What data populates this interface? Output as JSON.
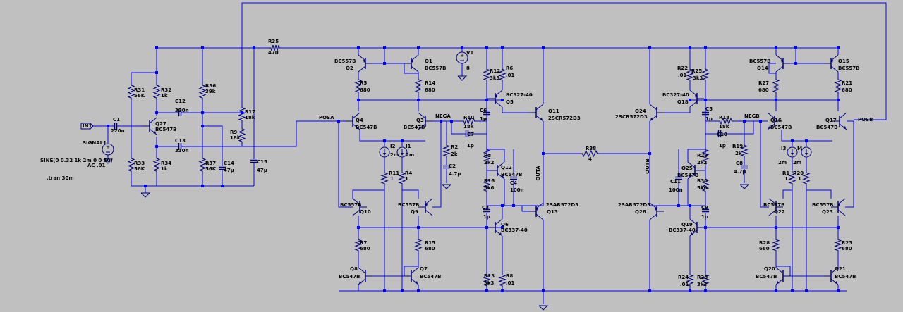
{
  "colors": {
    "background": "#c0c0c0",
    "wire": "#0000ff",
    "component": "#000080",
    "junction": "#0000ff",
    "text": "#000000"
  },
  "labels": {
    "r35": "R35",
    "r35v": "470",
    "in1": "IN1",
    "c1": "C1",
    "c1v": "220n",
    "signal1": "SIGNAL1",
    "sine": "SINE(0 0.32 1k 2m 0 0 50)",
    "ac": "AC .01",
    "tran": ".tran 30m",
    "r31": "R31",
    "r31v": "56K",
    "r32": "R32",
    "r32v": "1k",
    "r36": "R36",
    "r36v": "39k",
    "c12": "C12",
    "c12v": "330n",
    "r17": "R17",
    "r17v": "18k",
    "r9": "R9",
    "r9v": "18k",
    "q27": "Q27",
    "q27v": "BC547B",
    "c13": "C13",
    "c13v": "330n",
    "r33": "R33",
    "r33v": "56K",
    "r34": "R34",
    "r34v": "1k",
    "r37": "R37",
    "r37v": "56K",
    "c14": "C14",
    "c14v": "47µ",
    "c15": "C15",
    "c15v": "47µ",
    "posa": "POSA",
    "q2m": "BC557B",
    "q2": "Q2",
    "r5": "R5",
    "r5v": "680",
    "q4": "Q4",
    "q4v": "BC547B",
    "i2": "I2",
    "i2v": "2m",
    "i1": "I1",
    "i1v": "2m",
    "r11": "R11",
    "r11v": "1",
    "r4": "R4",
    "r4v": "1",
    "q1": "Q1",
    "q1v": "BC557B",
    "r14": "R14",
    "r14v": "680",
    "q3": "Q3",
    "q3v": "BC547B",
    "nega": "NEGA",
    "v1": "V1",
    "v1v": "8",
    "r12": "R12",
    "r12v": "3k3",
    "r6": "R6",
    "r6v": ".01",
    "q5m": "BC327-40",
    "q5": "Q5",
    "c6": "C6",
    "c6v": "1p",
    "r10": "R10",
    "r10v": "18k",
    "c7": "C7",
    "c7v": "1p",
    "r2": "R2",
    "r2v": "2k",
    "c2": "C2",
    "c2v": "4.7µ",
    "q11": "Q11",
    "q11v": "2SCR572D3",
    "r3": "R3",
    "r3v": "2k2",
    "q12": "Q12",
    "q12v": "BC547B",
    "c4": "C4",
    "c4v": "100n",
    "r16": "R16",
    "r16v": "5k6",
    "outa": "OUTA",
    "r38": "R38",
    "r38v": "4",
    "q10m": "BC557B",
    "q10": "Q10",
    "q9m": "BC557B",
    "q9": "Q9",
    "c3": "C3",
    "c3v": "1p",
    "q6": "Q6",
    "q6v": "BC337-40",
    "q13m": "2SAR572D3",
    "q13": "Q13",
    "r7": "R7",
    "r7v": "680",
    "r15": "R15",
    "r15v": "680",
    "q8": "Q8",
    "q8v": "BC547B",
    "q7": "Q7",
    "q7v": "BC547B",
    "r13": "R13",
    "r13v": "3k3",
    "r8": "R8",
    "r8v": ".01",
    "r22": "R22",
    "r22v": ".01",
    "r25": "R25",
    "r25v": "3k3",
    "q18m": "BC327-40",
    "q18": "Q18",
    "q24": "Q24",
    "q24v": "2SCR572D3",
    "c5": "C5",
    "c5v": "1p",
    "r18": "R18",
    "r18v": "18k",
    "negb": "NEGB",
    "c10": "C10",
    "c10v": "1p",
    "r19": "R19",
    "r19v": "2k",
    "c8": "C8",
    "c8v": "4.7µ",
    "q14m": "BC557B",
    "q14": "Q14",
    "r27": "R27",
    "r27v": "680",
    "q16": "Q16",
    "q16v": "BC547B",
    "q15": "Q15",
    "q15v": "BC557B",
    "r21": "R21",
    "r21v": "680",
    "q17": "Q17",
    "q17v": "BC547B",
    "posb": "POSB",
    "outb": "OUTB",
    "r29": "R29",
    "r29v": "2k2",
    "q25": "Q25",
    "q25v": "BC547B",
    "c11": "C11",
    "c11v": "100n",
    "r30": "R30",
    "r30v": "5k6",
    "i3": "I3",
    "i3v": "2m",
    "i4": "I4",
    "i4v": "2m",
    "r1": "R1",
    "r1v": "1",
    "r20": "R20",
    "r20v": "1",
    "q26m": "2SAR572D3",
    "q26": "Q26",
    "c9": "C9",
    "c9v": "1p",
    "q19": "Q19",
    "q19v": "BC337-40",
    "q22m": "BC557B",
    "q22": "Q22",
    "q23m": "BC557B",
    "q23": "Q23",
    "r28": "R28",
    "r28v": "680",
    "r23": "R23",
    "r23v": "680",
    "q20": "Q20",
    "q20v": "BC547B",
    "q21": "Q21",
    "q21v": "BC547B",
    "r24": "R24",
    "r24v": ".01",
    "r26": "R26",
    "r26v": "3k3"
  }
}
